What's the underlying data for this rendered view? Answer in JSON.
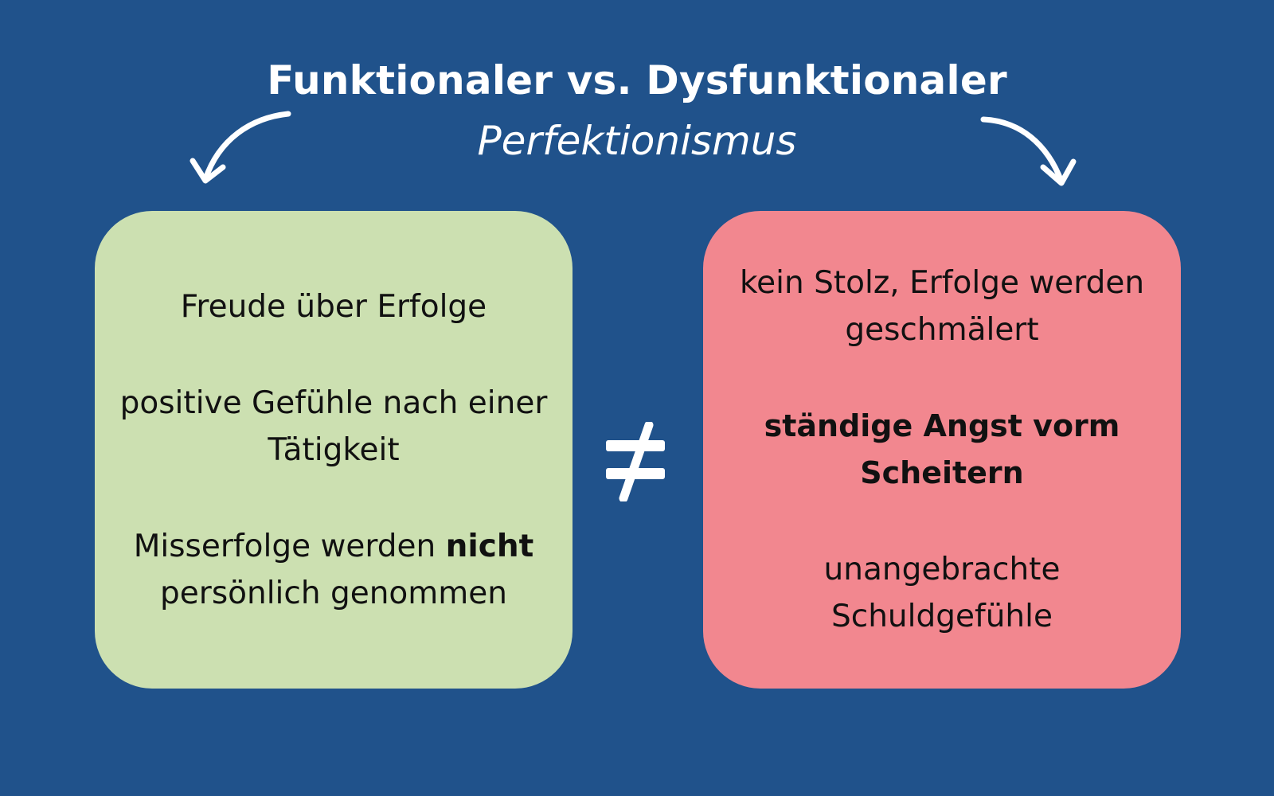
{
  "title": {
    "main": "Funktionaler vs. Dysfunktionaler",
    "sub": "Perfektionismus"
  },
  "functional": {
    "items": [
      "Freude über Erfolge",
      "positive Gefühle nach einer Tätigkeit",
      {
        "before": "Misserfolge werden ",
        "bold": "nicht",
        "after": " persönlich genommen"
      }
    ],
    "color": "#cce0b1"
  },
  "dysfunctional": {
    "items": [
      "kein Stolz, Erfolge werden geschmälert",
      "ständige Angst vorm Scheitern",
      "unangebrachte Schuldgefühle"
    ],
    "color": "#f2878f"
  },
  "separator_icon": "not-equal-icon",
  "background_color": "#20528b"
}
